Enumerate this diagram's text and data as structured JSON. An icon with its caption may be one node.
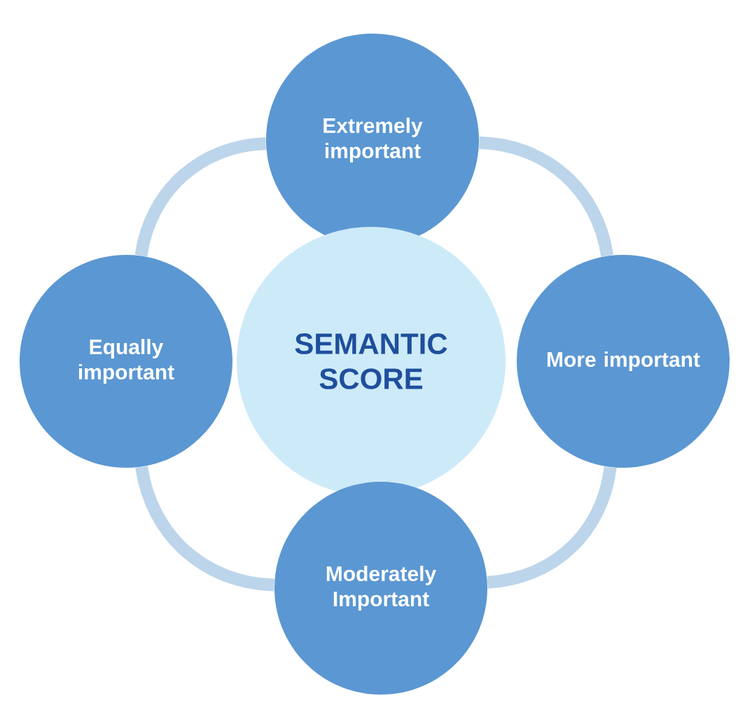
{
  "diagram": {
    "nodes": [
      {
        "text": [
          "Extremely important"
        ]
      },
      {
        "text": [
          "Equally important"
        ]
      },
      {
        "text": [
          "SEMANTIC SCORE"
        ]
      },
      {
        "text": [
          "More important"
        ]
      },
      {
        "text": [
          "Moderately Important"
        ]
      }
    ],
    "edges": [
      {
        "from": 0,
        "to": 3,
        "arrow": "none"
      },
      {
        "from": 3,
        "to": 4,
        "arrow": "none"
      },
      {
        "from": 4,
        "to": 1,
        "arrow": "none"
      },
      {
        "from": 1,
        "to": 0,
        "arrow": "none"
      }
    ]
  }
}
